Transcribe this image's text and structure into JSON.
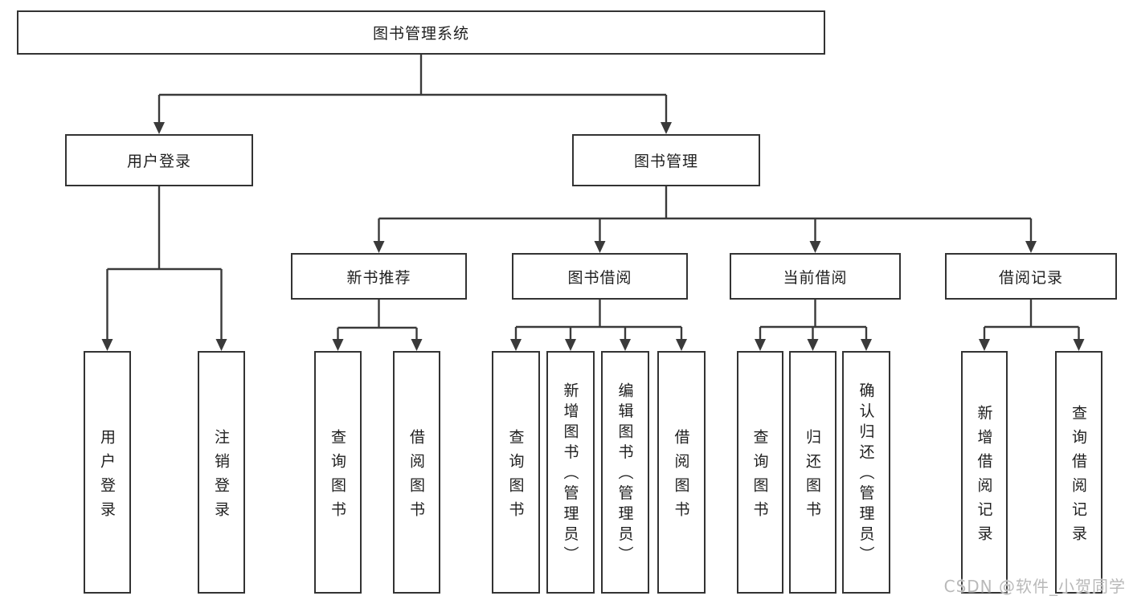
{
  "diagram": {
    "root": {
      "label": "图书管理系统"
    },
    "children": [
      {
        "label": "用户登录",
        "children": [
          {
            "label": "用户登录"
          },
          {
            "label": "注销登录"
          }
        ]
      },
      {
        "label": "图书管理",
        "children": [
          {
            "label": "新书推荐",
            "children": [
              {
                "label": "查询图书"
              },
              {
                "label": "借阅图书"
              }
            ]
          },
          {
            "label": "图书借阅",
            "children": [
              {
                "label": "查询图书"
              },
              {
                "label": "新增图书（管理员）"
              },
              {
                "label": "编辑图书（管理员）"
              },
              {
                "label": "借阅图书"
              }
            ]
          },
          {
            "label": "当前借阅",
            "children": [
              {
                "label": "查询图书"
              },
              {
                "label": "归还图书"
              },
              {
                "label": "确认归还（管理员）"
              }
            ]
          },
          {
            "label": "借阅记录",
            "children": [
              {
                "label": "新增借阅记录"
              },
              {
                "label": "查询借阅记录"
              }
            ]
          }
        ]
      }
    ]
  },
  "watermark": {
    "text": "CSDN @软件_小贺同学"
  },
  "colors": {
    "line": "#3a3a3a",
    "box_border": "#333333",
    "box_bg": "#ffffff",
    "text": "#1f1f1f",
    "watermark": "#b9b9b9",
    "background": "#ffffff"
  }
}
